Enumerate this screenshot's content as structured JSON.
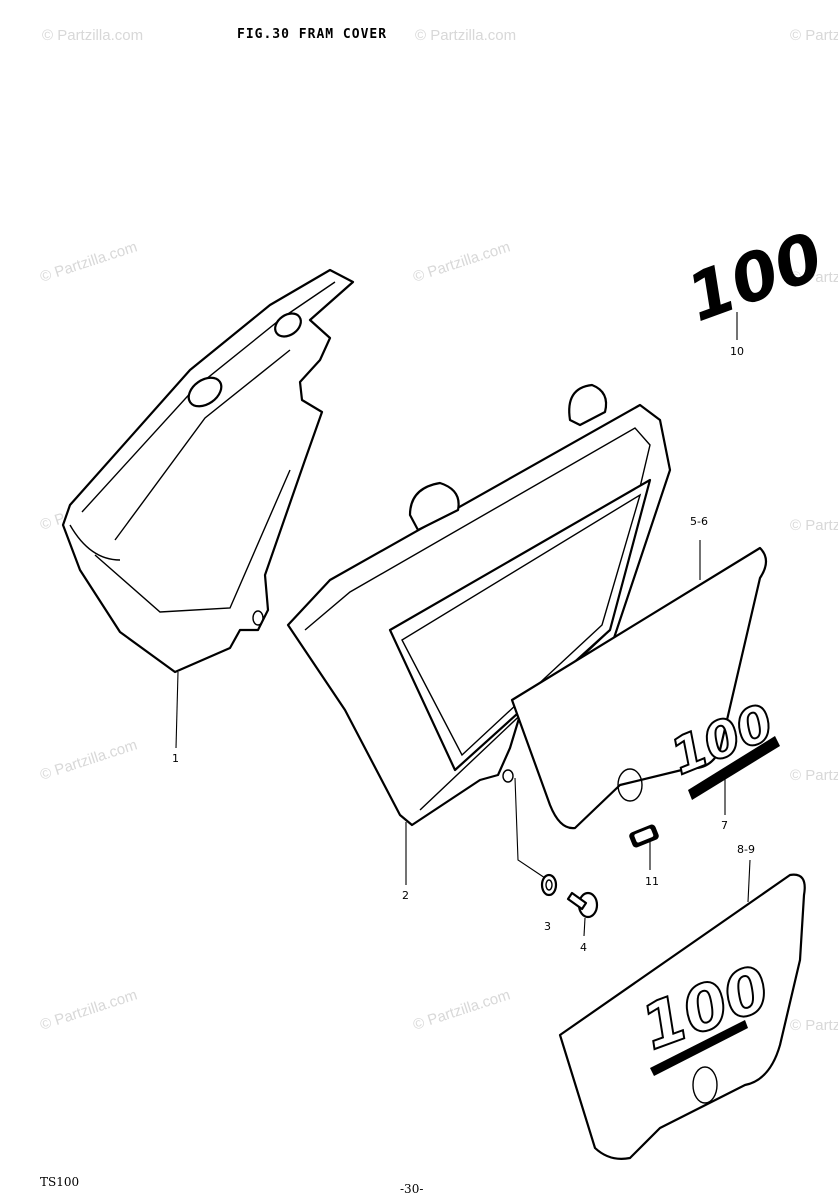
{
  "header": {
    "title": "FIG.30  FRAM COVER"
  },
  "footer": {
    "model": "TS100",
    "page_number": "-30-"
  },
  "watermark": {
    "text": "© Partzilla.com"
  },
  "decal_text": {
    "emblem": "100"
  },
  "callouts": {
    "c1": "1",
    "c2": "2",
    "c3": "3",
    "c4": "4",
    "c56": "5-6",
    "c7": "7",
    "c89": "8-9",
    "c10": "10",
    "c11": "11"
  }
}
